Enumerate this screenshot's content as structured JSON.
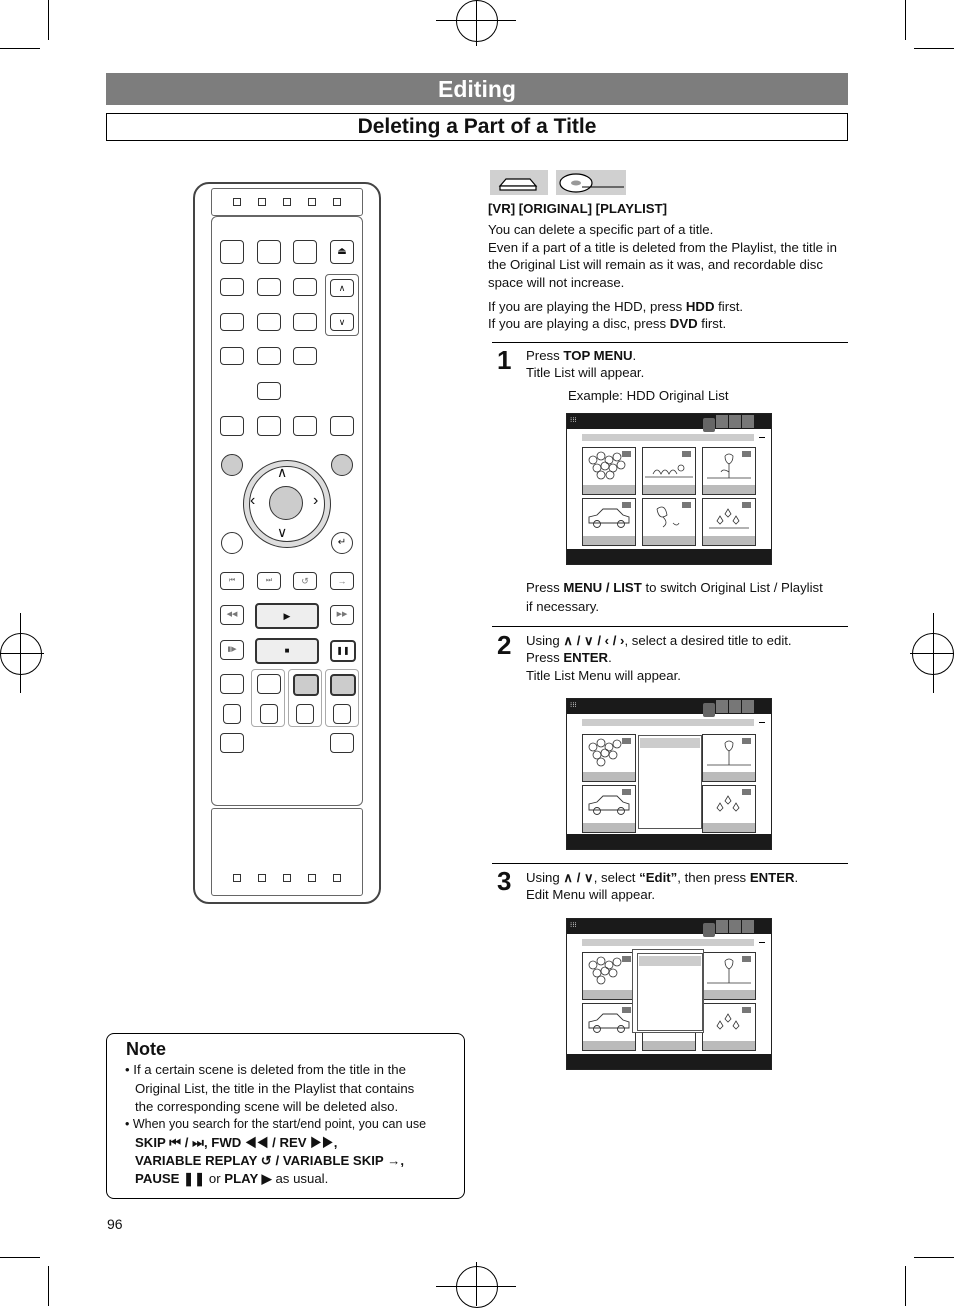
{
  "header": {
    "section_title": "Editing",
    "page_title": "Deleting a Part of a Title"
  },
  "media_tags": "[VR] [ORIGINAL] [PLAYLIST]",
  "intro": {
    "line1": "You can delete a specific part of a title.",
    "line2a": "Even if a part of a title is deleted from the Playlist, the title in",
    "line2b": "the Original List will remain as it was, and recordable disc",
    "line2c": "space will not increase.",
    "hdd_pre": "If you are playing the HDD, press ",
    "hdd_key": "HDD",
    "hdd_post": " first.",
    "dvd_pre": "If you are playing a disc, press ",
    "dvd_key": "DVD",
    "dvd_post": " first."
  },
  "steps": [
    {
      "number": "1",
      "l1_pre": "Press ",
      "l1_key": "TOP MENU",
      "l1_post": ".",
      "l2": "Title List will appear.",
      "example": "Example: HDD Original List",
      "after_pre": "Press ",
      "after_key": "MENU / LIST",
      "after_post": " to switch Original List / Playlist",
      "after_l2": "if necessary."
    },
    {
      "number": "2",
      "l1_pre": "Using ",
      "l1_arrows": "∧ / ∨ / ‹ / ›",
      "l1_post": ", select a desired title to edit.",
      "l2_pre": "Press ",
      "l2_key": "ENTER",
      "l2_post": ".",
      "l3": "Title List Menu will appear."
    },
    {
      "number": "3",
      "l1_pre": "Using ",
      "l1_arrows": "∧ / ∨",
      "l1_mid": ", select ",
      "l1_key": "“Edit”",
      "l1_mid2": ", then press ",
      "l1_key2": "ENTER",
      "l1_post": ".",
      "l2": "Edit Menu will appear."
    }
  ],
  "note": {
    "title": "Note",
    "b1_l1": "• If a certain scene is deleted from the title in the",
    "b1_l2": "Original List, the title in the Playlist that contains",
    "b1_l3": "the corresponding scene will be deleted also.",
    "b2_l1": "• When you search for the start/end point, you can use",
    "b2_skip": "SKIP ⏮ / ⏭",
    "b2_fwd": ", FWD ◀◀ / REV ▶▶,",
    "b2_l3": "VARIABLE REPLAY ↺ / VARIABLE SKIP →,",
    "b2_pause": "PAUSE ❚❚",
    "b2_or": " or ",
    "b2_play": "PLAY ▶",
    "b2_tail": " as usual."
  },
  "page_number": "96",
  "icons": {
    "hdd": "hdd-icon",
    "dvd": "dvd-disc-icon"
  }
}
